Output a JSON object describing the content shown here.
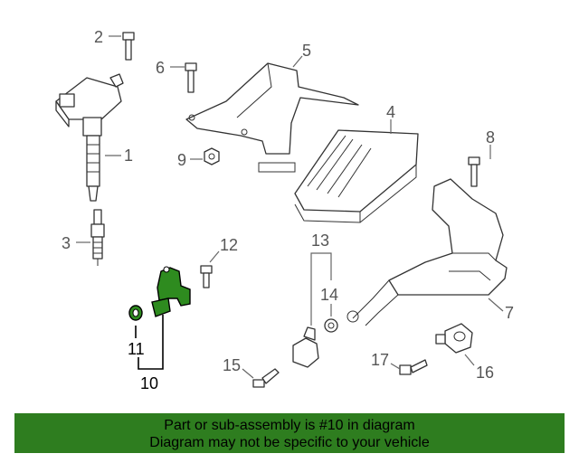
{
  "callouts": {
    "c1": "1",
    "c2": "2",
    "c3": "3",
    "c4": "4",
    "c5": "5",
    "c6": "6",
    "c7": "7",
    "c8": "8",
    "c9": "9",
    "c10": "10",
    "c11": "11",
    "c12": "12",
    "c13": "13",
    "c14": "14",
    "c15": "15",
    "c16": "16",
    "c17": "17"
  },
  "banner": {
    "line1": "Part or sub-assembly is #10 in diagram",
    "line2": "Diagram may not be specific to your vehicle"
  },
  "colors": {
    "banner_bg": "#2e7d1f",
    "highlight_part": "#2e8b1f"
  }
}
